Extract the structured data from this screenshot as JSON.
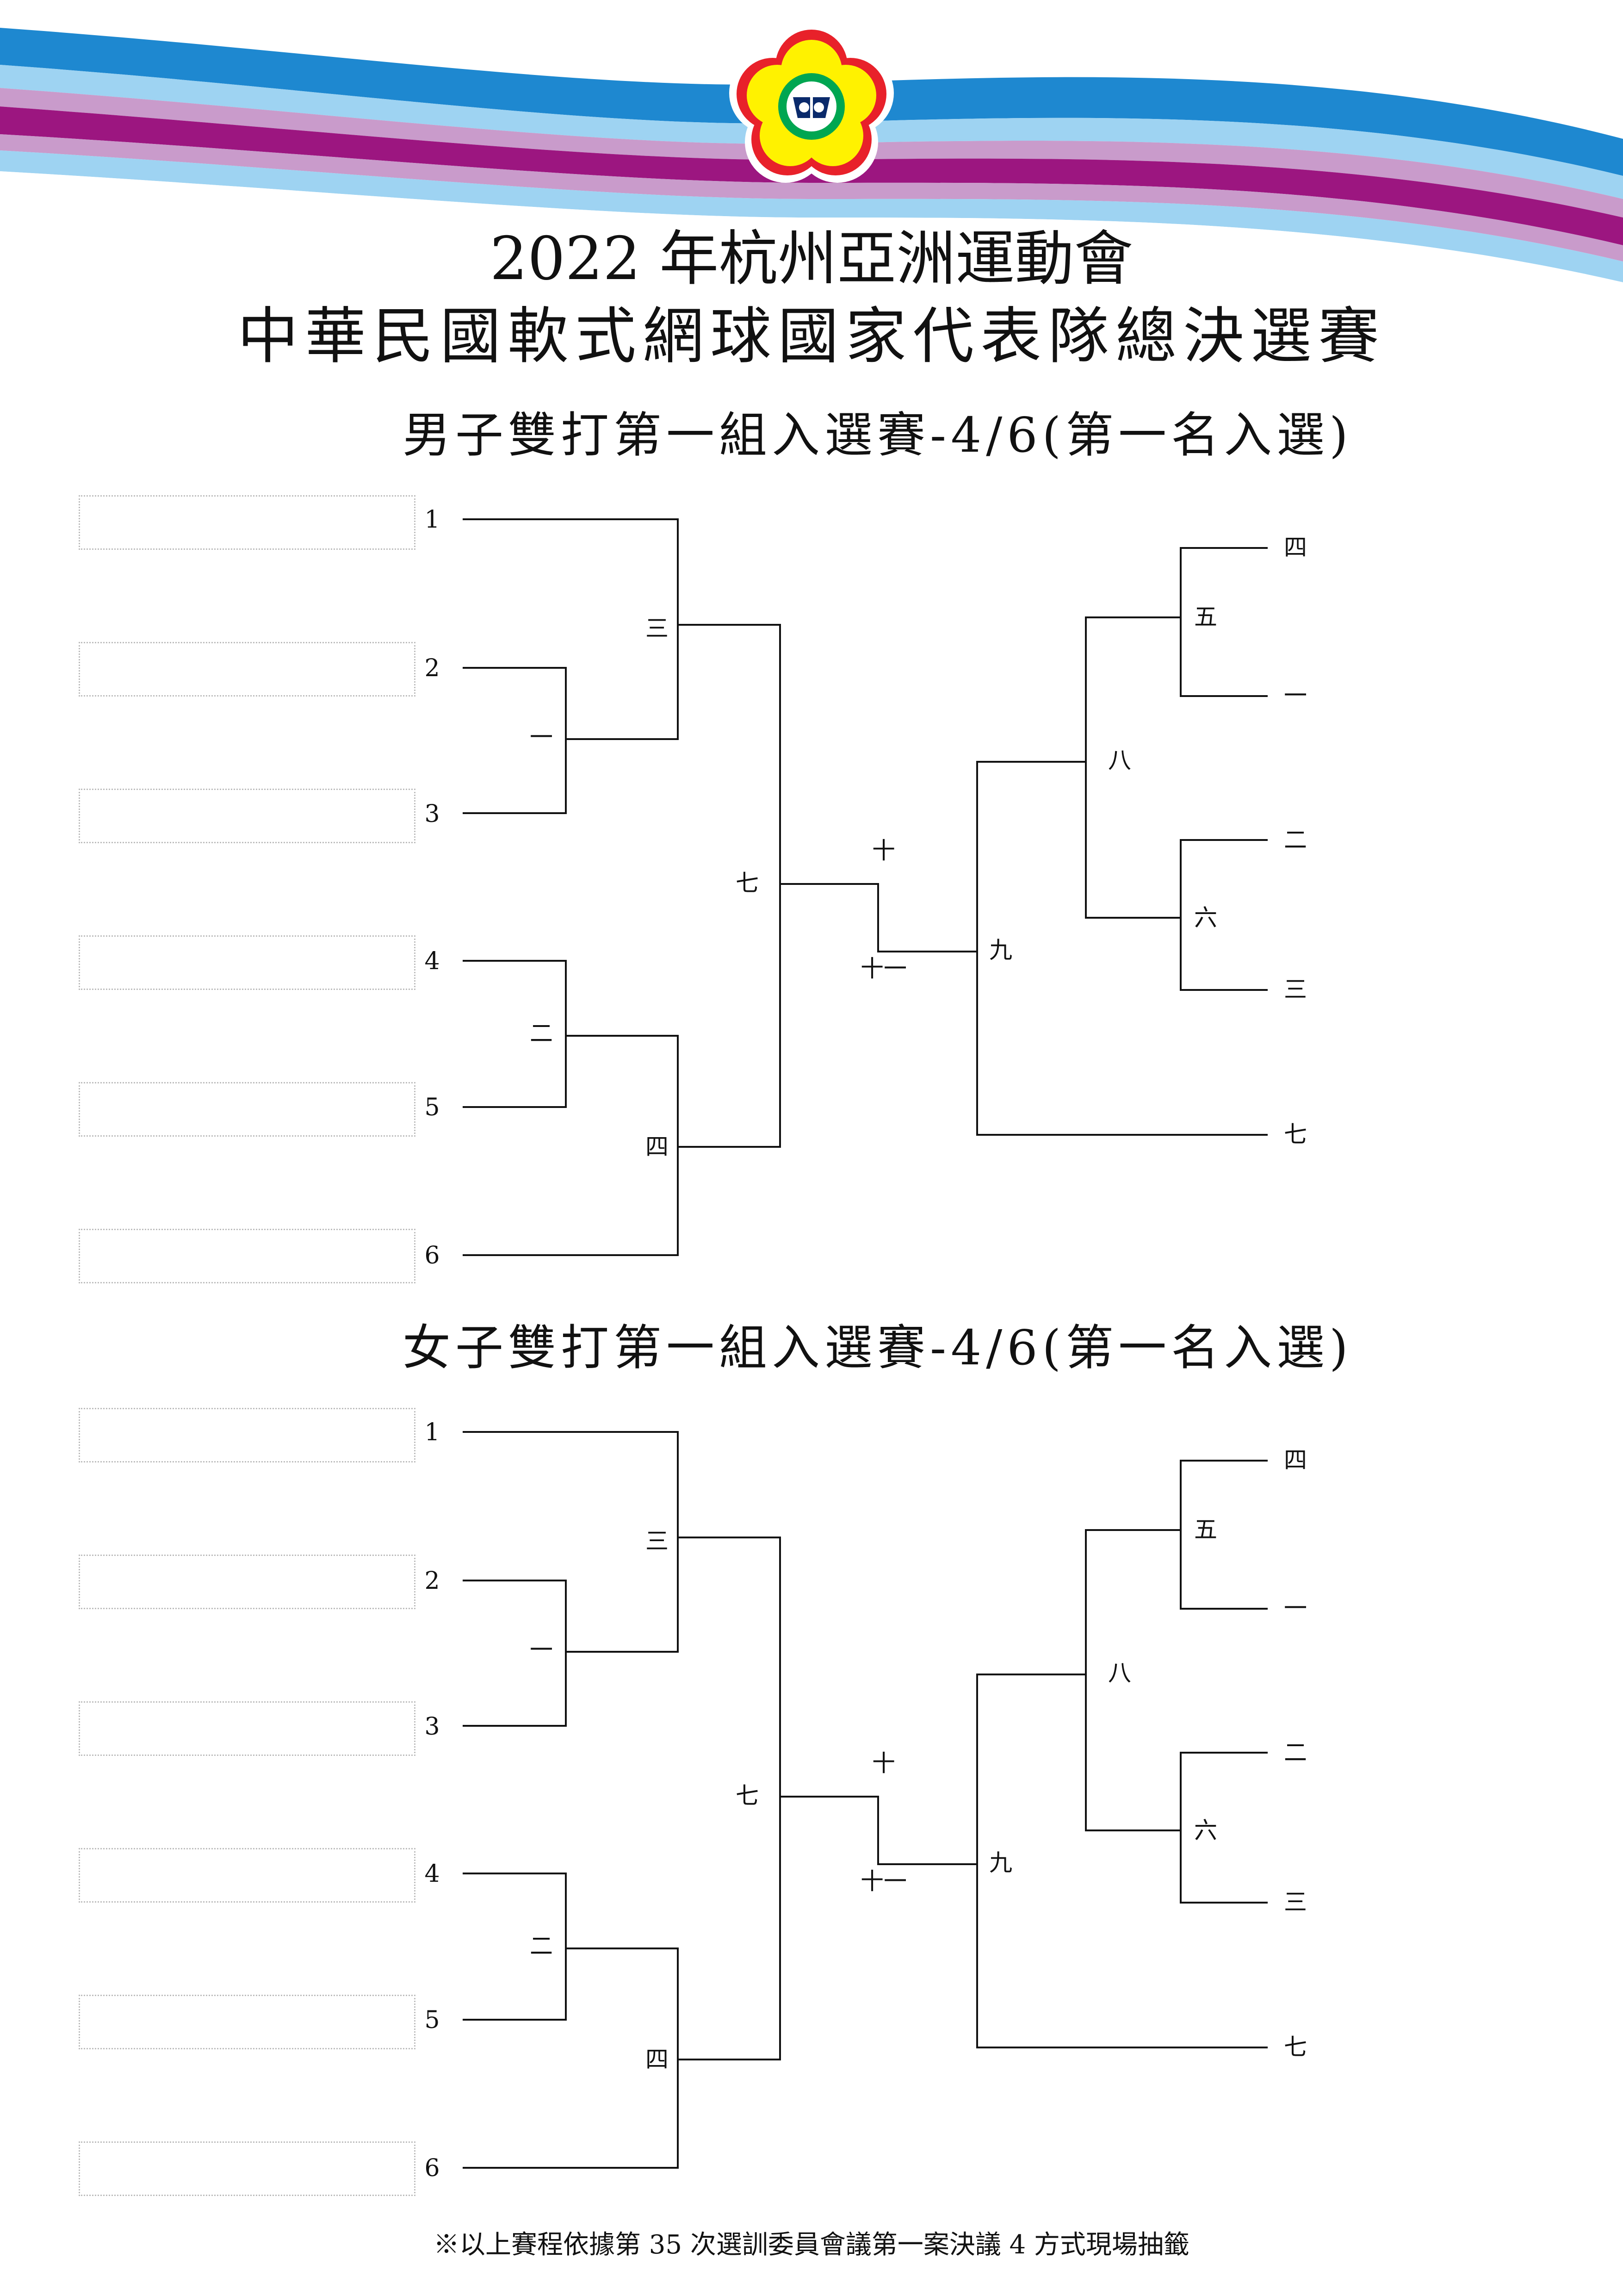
{
  "logo": {
    "name": "chinese-taipei-olympic-committee-emblem",
    "colors": {
      "petal": "#e8212a",
      "inner": "#fff200",
      "ring": "#00a651",
      "center": "#0a2a6b"
    }
  },
  "banner": {
    "colors": [
      "#1e88d0",
      "#9ed3f2",
      "#c99bcb",
      "#9c1680",
      "#c99bcb",
      "#9ed3f2",
      "#1e88d0"
    ]
  },
  "title": {
    "line1": "2022 年杭州亞洲運動會",
    "line2": "中華民國軟式網球國家代表隊總決選賽"
  },
  "sections": [
    {
      "id": "men",
      "subtitle": "男子雙打第一組入選賽-4/6(第一名入選)",
      "seeds": [
        "1",
        "2",
        "3",
        "4",
        "5",
        "6"
      ],
      "left_matches": {
        "a": "一",
        "b": "二",
        "c": "三",
        "d": "四",
        "e": "七"
      },
      "center": {
        "top": "十",
        "bottom": "十一"
      },
      "right_matches": {
        "f": "五",
        "g": "六",
        "h": "八",
        "i": "九"
      },
      "right_entries": [
        "四",
        "一",
        "二",
        "三",
        "七"
      ]
    },
    {
      "id": "women",
      "subtitle": "女子雙打第一組入選賽-4/6(第一名入選)",
      "seeds": [
        "1",
        "2",
        "3",
        "4",
        "5",
        "6"
      ],
      "left_matches": {
        "a": "一",
        "b": "二",
        "c": "三",
        "d": "四",
        "e": "七"
      },
      "center": {
        "top": "十",
        "bottom": "十一"
      },
      "right_matches": {
        "f": "五",
        "g": "六",
        "h": "八",
        "i": "九"
      },
      "right_entries": [
        "四",
        "一",
        "二",
        "三",
        "七"
      ]
    }
  ],
  "footnote": "※以上賽程依據第 35 次選訓委員會議第一案決議 4 方式現場抽籤"
}
